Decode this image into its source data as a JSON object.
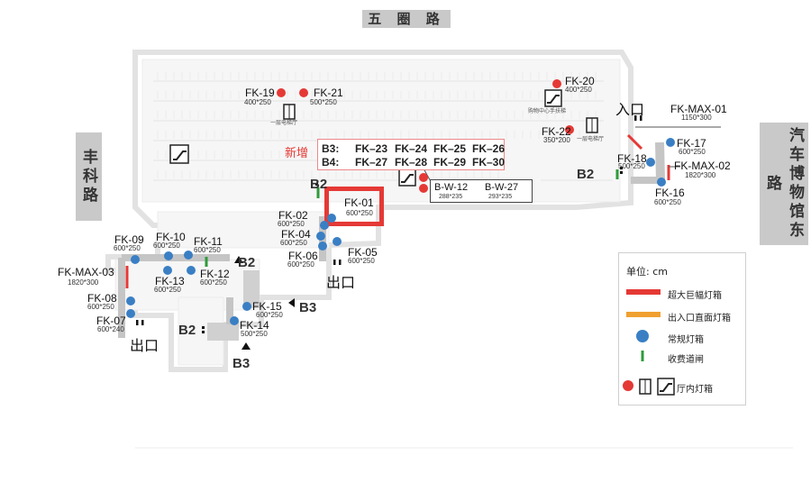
{
  "roads": {
    "top": "五 圈 路",
    "left": "丰科路",
    "right": "汽车博物馆东路"
  },
  "new_label": "新增",
  "new_block": {
    "row1_level": "B3:",
    "row1": [
      "FK–23",
      "FK–24",
      "FK–25",
      "FK–26"
    ],
    "row2_level": "B4:",
    "row2": [
      "FK–27",
      "FK–28",
      "FK–29",
      "FK–30"
    ]
  },
  "bw": [
    {
      "code": "B-W-12",
      "size": "288*235"
    },
    {
      "code": "B-W-27",
      "size": "293*235"
    }
  ],
  "points": [
    {
      "code": "FK-19",
      "size": "400*250"
    },
    {
      "code": "FK-21",
      "size": "500*250"
    },
    {
      "code": "FK-20",
      "size": "400*250"
    },
    {
      "code": "FK-22",
      "size": "350*200"
    },
    {
      "code": "FK-MAX-01",
      "size": "1150*300"
    },
    {
      "code": "FK-17",
      "size": "600*250"
    },
    {
      "code": "FK-18",
      "size": "500*250"
    },
    {
      "code": "FK-MAX-02",
      "size": "1820*300"
    },
    {
      "code": "FK-16",
      "size": "600*250"
    },
    {
      "code": "FK-01",
      "size": "600*250"
    },
    {
      "code": "FK-02",
      "size": "600*250"
    },
    {
      "code": "FK-04",
      "size": "600*250"
    },
    {
      "code": "FK-06",
      "size": "600*250"
    },
    {
      "code": "FK-05",
      "size": "600*250"
    },
    {
      "code": "FK-09",
      "size": "600*250"
    },
    {
      "code": "FK-10",
      "size": "600*250"
    },
    {
      "code": "FK-11",
      "size": "600*250"
    },
    {
      "code": "FK-12",
      "size": "600*250"
    },
    {
      "code": "FK-13",
      "size": "600*250"
    },
    {
      "code": "FK-MAX-03",
      "size": "1820*300"
    },
    {
      "code": "FK-08",
      "size": "600*250"
    },
    {
      "code": "FK-07",
      "size": "600*240"
    },
    {
      "code": "FK-15",
      "size": "600*250"
    },
    {
      "code": "FK-14",
      "size": "500*250"
    }
  ],
  "exits": {
    "entrance": "入口",
    "exit1": "出口",
    "exit2": "出口"
  },
  "levels": {
    "b2_right": "B2",
    "b2_mid": "B2",
    "b2_left": "B2",
    "b2_bottom": "B2",
    "b3_mid": "B3",
    "b3_bottom": "B3"
  },
  "tiny_labels": {
    "elevator1": "一层电梯厅",
    "mall": "购物中心手扶梯",
    "elevator2": "一层电梯厅"
  },
  "legend": {
    "unit": "单位:  cm",
    "items": [
      {
        "label": "超大巨幅灯箱",
        "color": "#e53935",
        "kind": "bar"
      },
      {
        "label": "出入口直面灯箱",
        "color": "#f0a030",
        "kind": "bar"
      },
      {
        "label": "常规灯箱",
        "color": "#3a7fc4",
        "kind": "dot"
      },
      {
        "label": "收费道闸",
        "color": "#2e9b3a",
        "kind": "gate"
      },
      {
        "label": "厅内灯箱",
        "color": "#e53935",
        "kind": "red-icons"
      }
    ]
  },
  "colors": {
    "regular": "#3a7fc4",
    "special": "#e53935",
    "gate": "#2e9b3a",
    "max": "#e53935"
  }
}
